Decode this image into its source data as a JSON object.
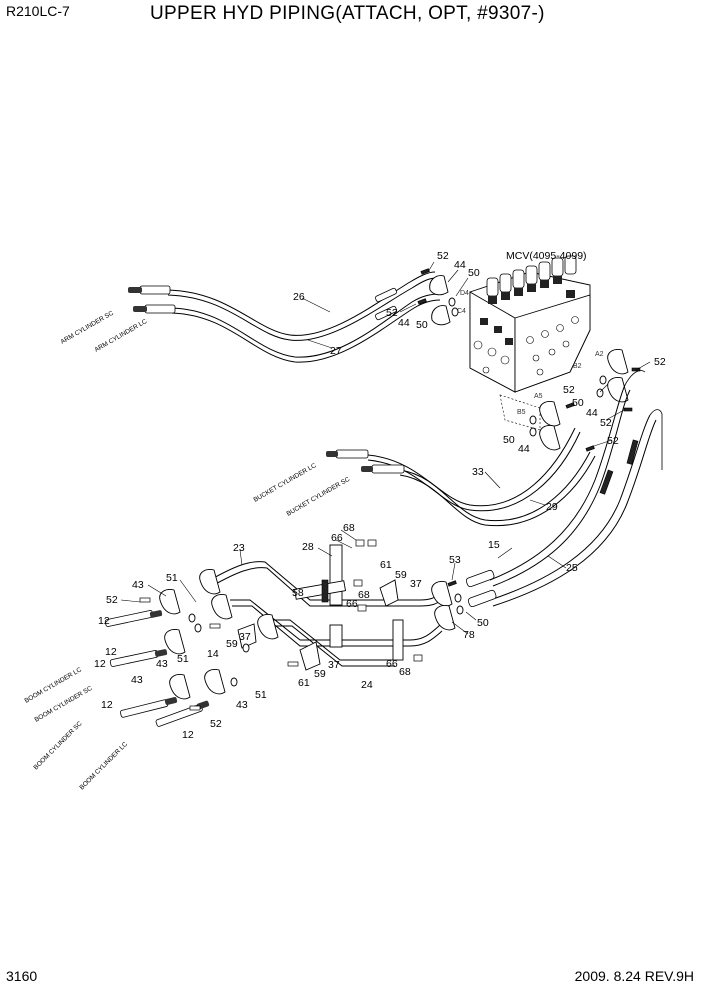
{
  "header": {
    "model": "R210LC-7",
    "title": "UPPER HYD PIPING(ATTACH, OPT, #9307-)"
  },
  "footer": {
    "page": "3160",
    "revision": "2009. 8.24  REV.9H"
  },
  "mcv_label": "MCV(4095-4099)",
  "ports": {
    "d4": "D4",
    "c4": "C4",
    "a2": "A2",
    "b2": "B2",
    "a5": "A5",
    "b5": "B5"
  },
  "hose_labels": {
    "arm_sc": "ARM CYLINDER SC",
    "arm_lc": "ARM CYLINDER LC",
    "bucket_lc": "BUCKET CYLINDER LC",
    "bucket_sc": "BUCKET CYLINDER SC",
    "boom_lc_1": "BOOM CYLINDER LC",
    "boom_sc_1": "BOOM CYLINDER SC",
    "boom_sc_2": "BOOM CYLINDER SC",
    "boom_lc_2": "BOOM CYLINDER LC"
  },
  "callouts": {
    "c52a": "52",
    "c44a": "44",
    "c50a": "50",
    "c26": "26",
    "c52b": "52",
    "c44b": "44",
    "c50b": "50",
    "c27": "27",
    "c52c": "52",
    "c52d": "52",
    "c50c": "50",
    "c44c": "44",
    "c52e": "52",
    "c50d": "50",
    "c44d": "44",
    "c52f": "52",
    "c33": "33",
    "c29": "29",
    "c15": "15",
    "c25": "25",
    "c53": "53",
    "c50e": "50",
    "c78": "78",
    "c68a": "68",
    "c66a": "66",
    "c28": "28",
    "c23": "23",
    "c61a": "61",
    "c59a": "59",
    "c37a": "37",
    "c68b": "68",
    "c66b": "66",
    "c58": "58",
    "c51a": "51",
    "c43a": "43",
    "c52g": "52",
    "c12a": "12",
    "c12b": "12",
    "c14": "14",
    "c59b": "59",
    "c37b": "37",
    "c51b": "51",
    "c43b": "43",
    "c12c": "12",
    "c43c": "43",
    "c51c": "51",
    "c12d": "12",
    "c52h": "52",
    "c61b": "61",
    "c59c": "59",
    "c37c": "37",
    "c24": "24",
    "c66c": "66",
    "c68c": "68"
  }
}
